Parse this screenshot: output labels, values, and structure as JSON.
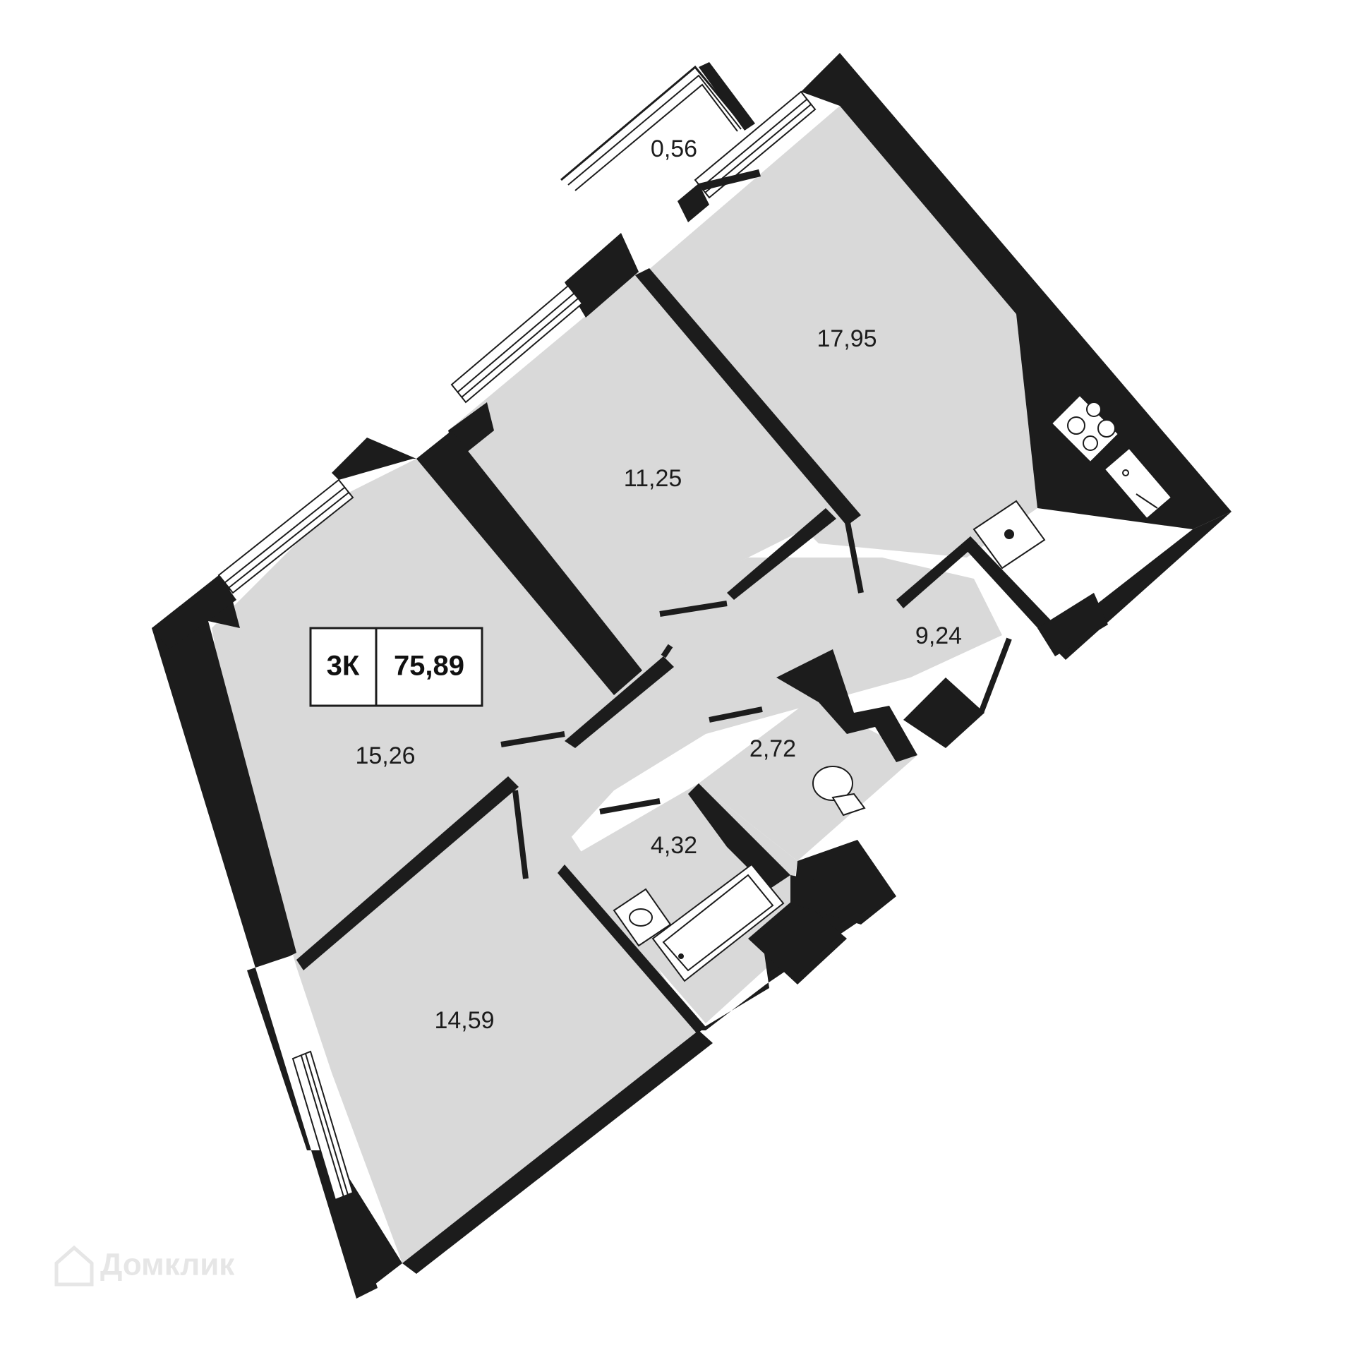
{
  "badge": {
    "rooms": "3К",
    "total_area": "75,89"
  },
  "rooms": [
    {
      "id": "balcony",
      "area": "0,56"
    },
    {
      "id": "kitchen",
      "area": "17,95"
    },
    {
      "id": "bedroom-middle",
      "area": "11,25"
    },
    {
      "id": "hallway",
      "area": "9,24"
    },
    {
      "id": "living-room",
      "area": "15,26"
    },
    {
      "id": "toilet",
      "area": "2,72"
    },
    {
      "id": "bathroom",
      "area": "4,32"
    },
    {
      "id": "bedroom-bottom",
      "area": "14,59"
    }
  ],
  "watermark": {
    "text": "Домклик",
    "icon": "house-logo-icon"
  },
  "colors": {
    "wall": "#1c1c1c",
    "floor": "#d9d9d9",
    "background": "#ffffff"
  },
  "icons": [
    "stove-icon",
    "sink-icon",
    "ventilation-fan-icon",
    "toilet-icon",
    "washbasin-icon",
    "bathtub-icon"
  ]
}
